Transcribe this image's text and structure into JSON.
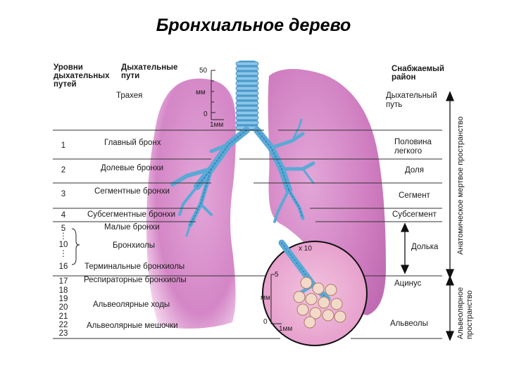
{
  "title": "Бронхиальное дерево",
  "headers": {
    "levels": "Уровни дыхательных путей",
    "airways": "Дыхательные пути",
    "region": "Снабжаемый район"
  },
  "scale_trachea": {
    "top": "50",
    "unit": "мм",
    "zero": "0",
    "bar": "1мм"
  },
  "scale_alveolus": {
    "top": "5",
    "unit": "мм",
    "zero": "0",
    "bar": "1мм"
  },
  "magnification": "x 10",
  "rows": [
    {
      "level": "",
      "airway": "Трахея",
      "region": "Дыхательный путь"
    },
    {
      "level": "1",
      "airway": "Главный бронх",
      "region": "Половина легкого"
    },
    {
      "level": "2",
      "airway": "Долевые бронхи",
      "region": "Доля"
    },
    {
      "level": "3",
      "airway": "Сегментные бронхи",
      "region": "Сегмент"
    },
    {
      "level": "4",
      "airway": "Субсегментные бронхи",
      "region": "Субсегмент"
    }
  ],
  "lower_levels": {
    "l5": "5",
    "l10": "10",
    "l16": "16",
    "l17": "17",
    "l18": "18",
    "l19": "19",
    "l20": "20",
    "l21": "21",
    "l22": "22",
    "l23": "23",
    "dots": "⋮"
  },
  "lower_airways": {
    "small_bronchi": "Малые бронхи",
    "bronchioles": "Бронхиолы",
    "terminal": "Терминальные бронхиолы",
    "respiratory": "Респираторные бронхиолы",
    "ducts": "Альвеолярные ходы",
    "sacs": "Альвеолярные мешочки"
  },
  "lower_regions": {
    "lobule": "Долька",
    "acinus": "Ацинус",
    "alveoli": "Альвеолы"
  },
  "side_labels": {
    "dead_space": "Анатомическое мертвое пространство",
    "alveolar_space": "Альвеолярное пространство"
  },
  "colors": {
    "lung": "#d486c6",
    "lung_dark": "#c26cb5",
    "bronchi": "#5aa9d6",
    "bronchi_dark": "#2f7fb8",
    "alveoli": "#f3d9c9"
  }
}
